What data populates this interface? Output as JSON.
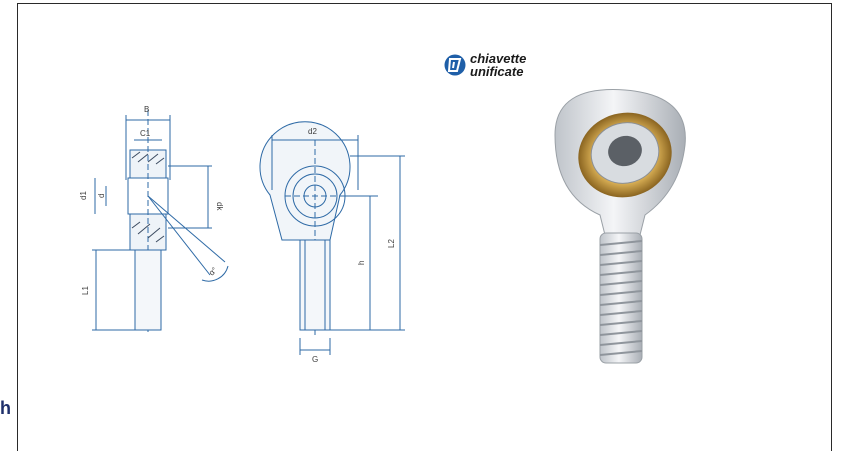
{
  "edge_text": "h",
  "logo": {
    "line1": "chiavette",
    "line2": "unificate",
    "mark": "chiavette-unificate-logo"
  },
  "dimensions": {
    "B": "B",
    "C1": "C1",
    "d1": "d1",
    "d": "d",
    "dk": "dk",
    "L1": "L1",
    "alpha": "α°",
    "d2": "d2",
    "h": "h",
    "L2": "L2",
    "G": "G"
  },
  "colors": {
    "drawing_blue": "#2e6aa6",
    "hatch": "#3a4a60",
    "bearing_bronze": "#b8892a",
    "steel": "#cfd3d8",
    "frame": "#2a2a2a"
  }
}
